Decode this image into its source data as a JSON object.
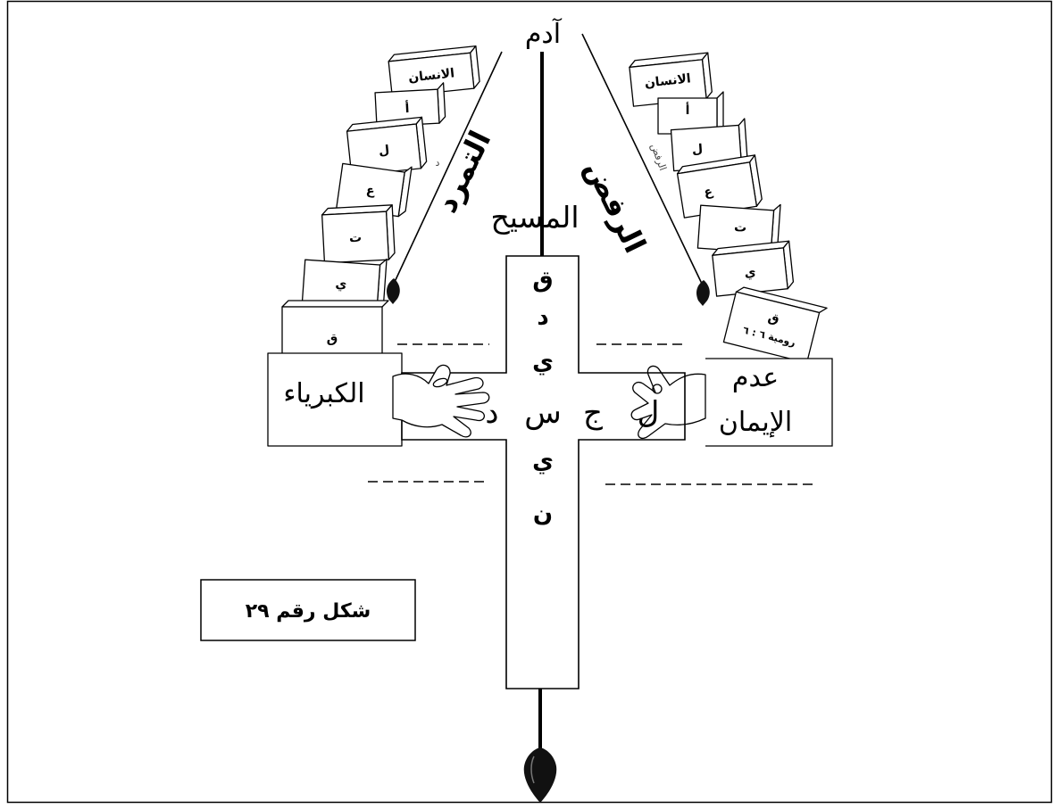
{
  "diagram": {
    "top_label": "آدم",
    "center_label": "المسيح",
    "left_arrow_label": "التمرد",
    "right_arrow_label": "الرفض",
    "left_arrow_note": "د",
    "right_arrow_note": "الرفض",
    "left_base_label": "الكبرياء",
    "right_base_label_line1": "عدم",
    "right_base_label_line2": "الإيمان",
    "caption": "شكل رقم ٢٩"
  },
  "cross": {
    "vertical": [
      "ق",
      "د",
      "ي",
      "ي",
      "ن"
    ],
    "center": "س",
    "horizontal": [
      "د",
      "ج",
      "ل"
    ]
  },
  "left_tower": {
    "bricks": [
      "الانسان",
      "أ",
      "ل",
      "ع",
      "ت",
      "ي",
      "ق"
    ]
  },
  "right_tower": {
    "bricks": [
      "الانسان",
      "أ",
      "ل",
      "ع",
      "ت",
      "ي",
      "ق"
    ],
    "reference": "رومية ٦ : ٦"
  }
}
